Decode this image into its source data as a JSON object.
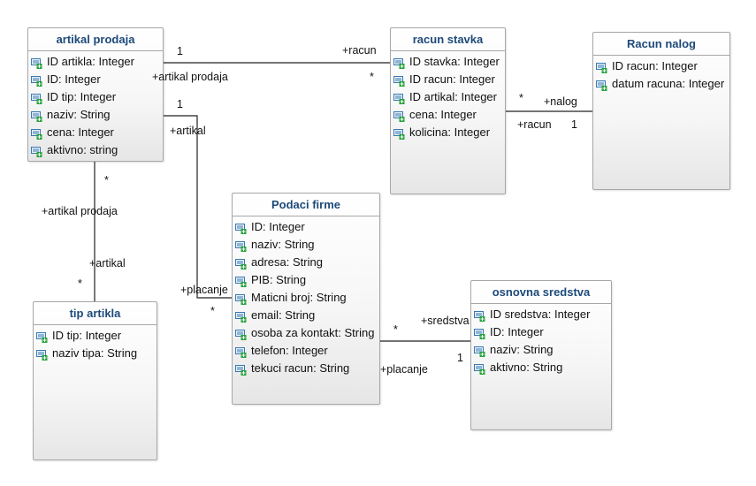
{
  "diagram": {
    "classes": {
      "artikal_prodaja": {
        "name": "artikal prodaja",
        "attributes": [
          "ID artikla: Integer",
          "ID: Integer",
          "ID tip: Integer",
          "naziv: String",
          "cena: Integer",
          "aktivno: string"
        ]
      },
      "racun_stavka": {
        "name": "racun stavka",
        "attributes": [
          "ID stavka: Integer",
          "ID racun: Integer",
          "ID artikal: Integer",
          "cena: Integer",
          "kolicina: Integer"
        ]
      },
      "racun_nalog": {
        "name": "Racun nalog",
        "attributes": [
          "ID racun: Integer",
          "datum racuna: Integer"
        ]
      },
      "podaci_firme": {
        "name": "Podaci firme",
        "attributes": [
          "ID: Integer",
          "naziv: String",
          "adresa: String",
          "PIB: String",
          "Maticni broj: String",
          "email: String",
          "osoba za kontakt: String",
          "telefon: Integer",
          "tekuci racun: String"
        ]
      },
      "tip_artikla": {
        "name": "tip artikla",
        "attributes": [
          "ID tip: Integer",
          "naziv tipa: String"
        ]
      },
      "osnovna_sredstva": {
        "name": "osnovna sredstva",
        "attributes": [
          "ID sredstva: Integer",
          "ID: Integer",
          "naziv: String",
          "aktivno: String"
        ]
      }
    },
    "associations": {
      "ap_rs": {
        "mult_source": "1",
        "role_source": "+artikal prodaja",
        "mult_target": "*",
        "role_target": "+racun"
      },
      "rs_rn": {
        "mult_source": "*",
        "role_source": "+nalog",
        "mult_target": "1",
        "role_target": "+racun"
      },
      "ap_pf": {
        "mult_source": "1",
        "role_source": "+artikal",
        "mult_target": "*",
        "role_target": "+placanje"
      },
      "ap_ta": {
        "mult_source": "*",
        "role_source": "+artikal prodaja",
        "mult_target": "*",
        "role_target": "+artikal"
      },
      "pf_os": {
        "mult_source": "*",
        "role_source": "+sredstva",
        "mult_target": "1",
        "role_target": "+placanje"
      }
    }
  }
}
